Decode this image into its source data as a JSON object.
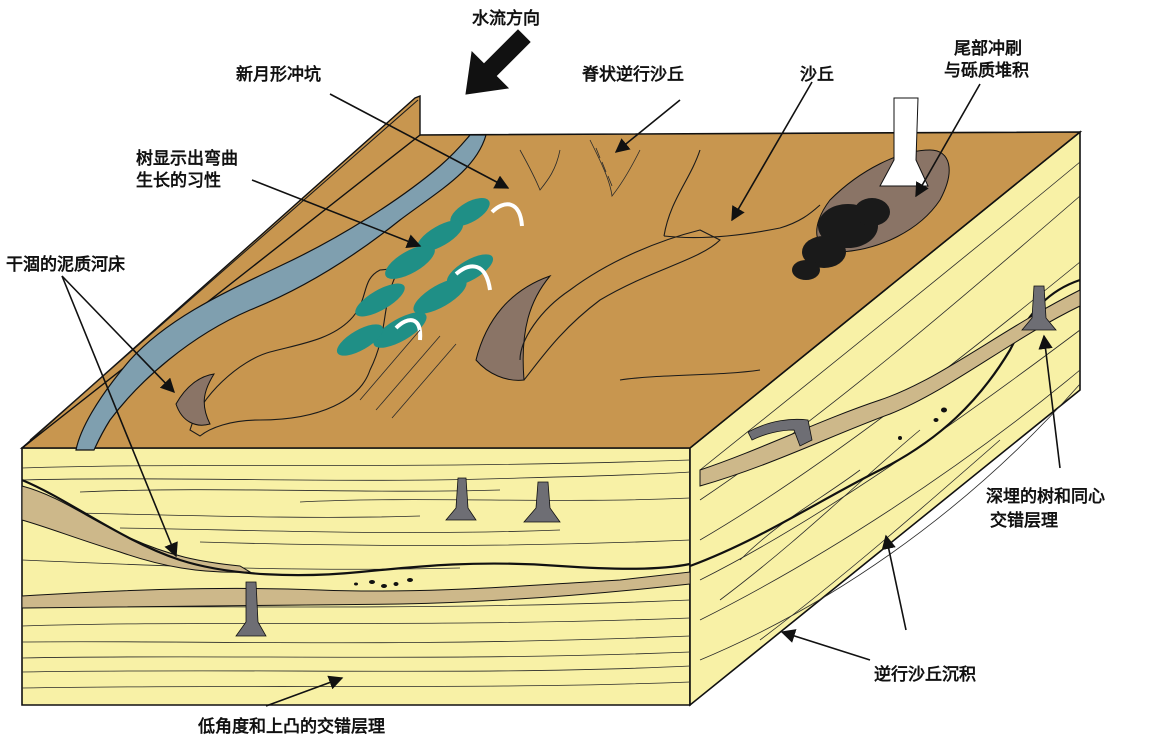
{
  "labels": {
    "flow_direction": "水流方向",
    "crescent_scour": "新月形冲坑",
    "antidune_ridge": "脊状逆行沙丘",
    "dune": "沙丘",
    "tail_scour_l1": "尾部冲刷",
    "tail_scour_l2": "与砾质堆积",
    "tree_bent_l1": "树显示出弯曲",
    "tree_bent_l2": "生长的习性",
    "dry_mud_bed": "干涸的泥质河床",
    "buried_tree_l1": "深埋的树和同心",
    "buried_tree_l2": "交错层理",
    "antidune_deposit": "逆行沙丘沉积",
    "low_angle": "低角度和上凸的交错层理"
  },
  "colors": {
    "top_surface": "#c8964f",
    "sand_body": "#f8f1a6",
    "water_channel": "#7f9faf",
    "mud": "#8a7466",
    "trees": "#1f8f86",
    "tree_trunk": "#6e6e74",
    "gravel": "#1a1a1a"
  }
}
